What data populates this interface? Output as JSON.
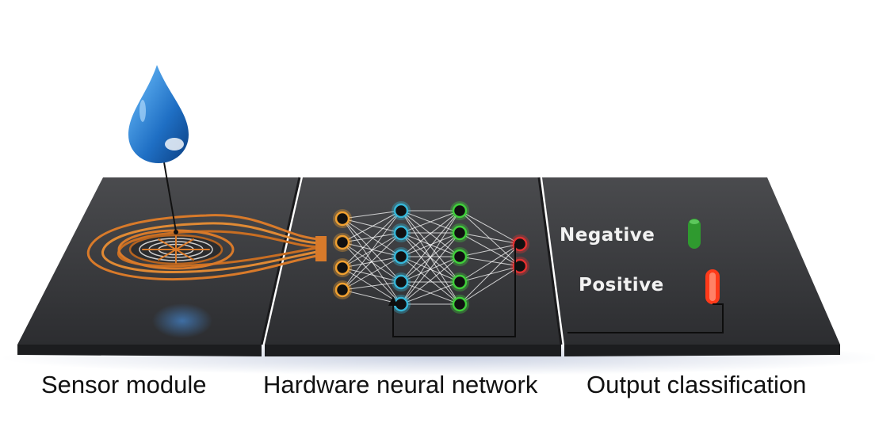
{
  "captions": {
    "sensor": "Sensor module",
    "network": "Hardware neural network",
    "output": "Output classification"
  },
  "output_labels": {
    "negative": "Negative",
    "positive": "Positive"
  },
  "colors": {
    "background": "#ffffff",
    "panel": "#3a3b3e",
    "electrode": "#d87a2a",
    "droplet": "#2f86d6",
    "input_nodes": "#f0a030",
    "hidden1_nodes": "#35b6d8",
    "hidden2_nodes": "#3fcf3a",
    "output_node": "#e23030",
    "negative_indicator": "#2f9a2f",
    "positive_indicator": "#ff3a1a"
  },
  "icons": [
    "water-droplet-icon",
    "spiral-electrode-icon",
    "neural-network-icon",
    "indicator-light-icon"
  ]
}
